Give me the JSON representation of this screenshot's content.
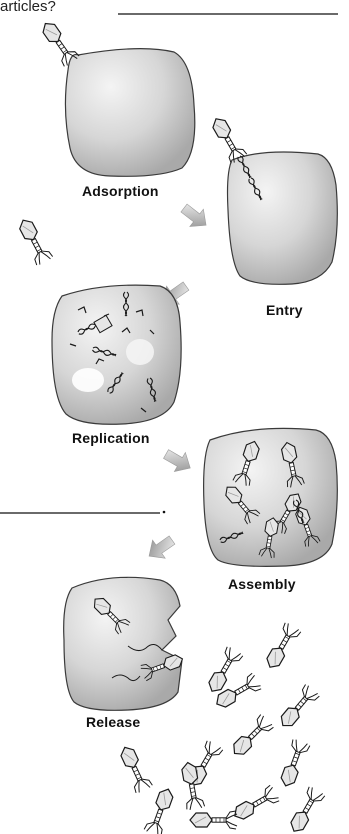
{
  "header": {
    "text": "articles?"
  },
  "stages": [
    {
      "label": "Adsorption"
    },
    {
      "label": "Entry"
    },
    {
      "label": "Replication"
    },
    {
      "label": "Assembly"
    },
    {
      "label": "Release"
    }
  ],
  "colors": {
    "cell_fill": "#d8d8d8",
    "cell_stroke": "#3a3a3a",
    "phage_stroke": "#1a1a1a",
    "arrow_fill": "#b8b8b8"
  }
}
